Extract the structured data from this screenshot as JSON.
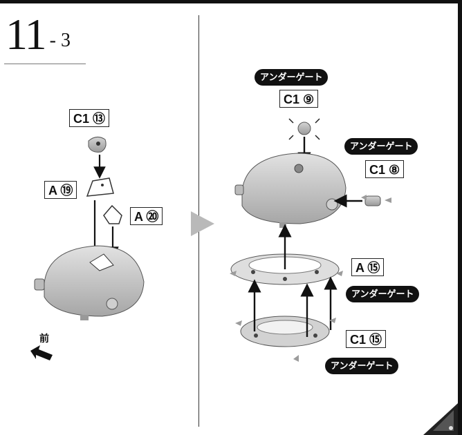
{
  "step": {
    "number": "11",
    "sub": "- 3"
  },
  "left": {
    "front_label": "前",
    "parts": [
      {
        "ref": "C1 ⑬"
      },
      {
        "ref": "A ⑲"
      },
      {
        "ref": "A ⑳"
      }
    ]
  },
  "right": {
    "gate_label": "アンダーゲート",
    "parts": [
      {
        "ref": "C1 ⑨"
      },
      {
        "ref": "C1 ⑧"
      },
      {
        "ref": "A ⑮"
      },
      {
        "ref": "C1 ⑮"
      }
    ]
  },
  "colors": {
    "ink": "#111111",
    "part_gray": "#b8b8b8",
    "arrow_gray": "#9c9c9c",
    "paper": "#ffffff"
  }
}
